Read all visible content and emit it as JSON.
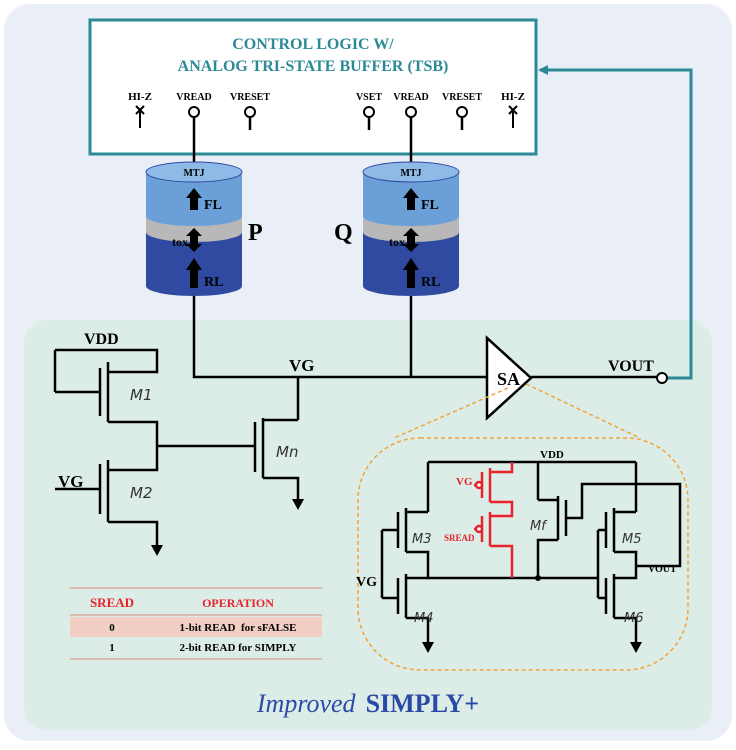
{
  "colors": {
    "outer_panel": "#e9eef7",
    "inner_panel": "#dcede7",
    "teal": "#2b8a96",
    "mtj_light": "#6a9fd8",
    "mtj_dark": "#2f4aa0",
    "oxide": "#b8b8b8",
    "red": "#e8232a",
    "orange_dash": "#f2a33a",
    "title_blue": "#2a4aa8",
    "table_row": "#f1cfc4"
  },
  "control_logic": {
    "title_line1": "CONTROL LOGIC W/",
    "title_line2": "ANALOG TRI-STATE BUFFER (TSB)",
    "left_terminals": [
      "HI-Z",
      "VREAD",
      "VRESET"
    ],
    "right_terminals": [
      "VSET",
      "VREAD",
      "VRESET",
      "HI-Z"
    ]
  },
  "mtj_p": {
    "name": "P",
    "top_label": "MTJ",
    "free_layer": "FL",
    "oxide": "tox",
    "reference_layer": "RL"
  },
  "mtj_q": {
    "name": "Q",
    "top_label": "MTJ",
    "free_layer": "FL",
    "oxide": "tox",
    "reference_layer": "RL"
  },
  "circuit": {
    "vdd": "VDD",
    "vg_node": "VG",
    "vg_input": "VG",
    "m1": "M1",
    "m2": "M2",
    "mn": "Mn",
    "sa": "SA",
    "vout": "VOUT"
  },
  "sa_detail": {
    "vdd": "VDD",
    "vg_red": "VG",
    "sread_red": "SREAD",
    "vg_left": "VG",
    "m3": "M3",
    "m4": "M4",
    "mf": "Mf",
    "m5": "M5",
    "m6": "M6",
    "vout": "VOUT"
  },
  "table": {
    "headers": [
      "SREAD",
      "OPERATION"
    ],
    "rows": [
      [
        "0",
        "1-bit READ  for sFALSE"
      ],
      [
        "1",
        "2-bit READ for SIMPLY"
      ]
    ]
  },
  "footer": {
    "italic": "Improved",
    "bold": "SIMPLY+"
  }
}
